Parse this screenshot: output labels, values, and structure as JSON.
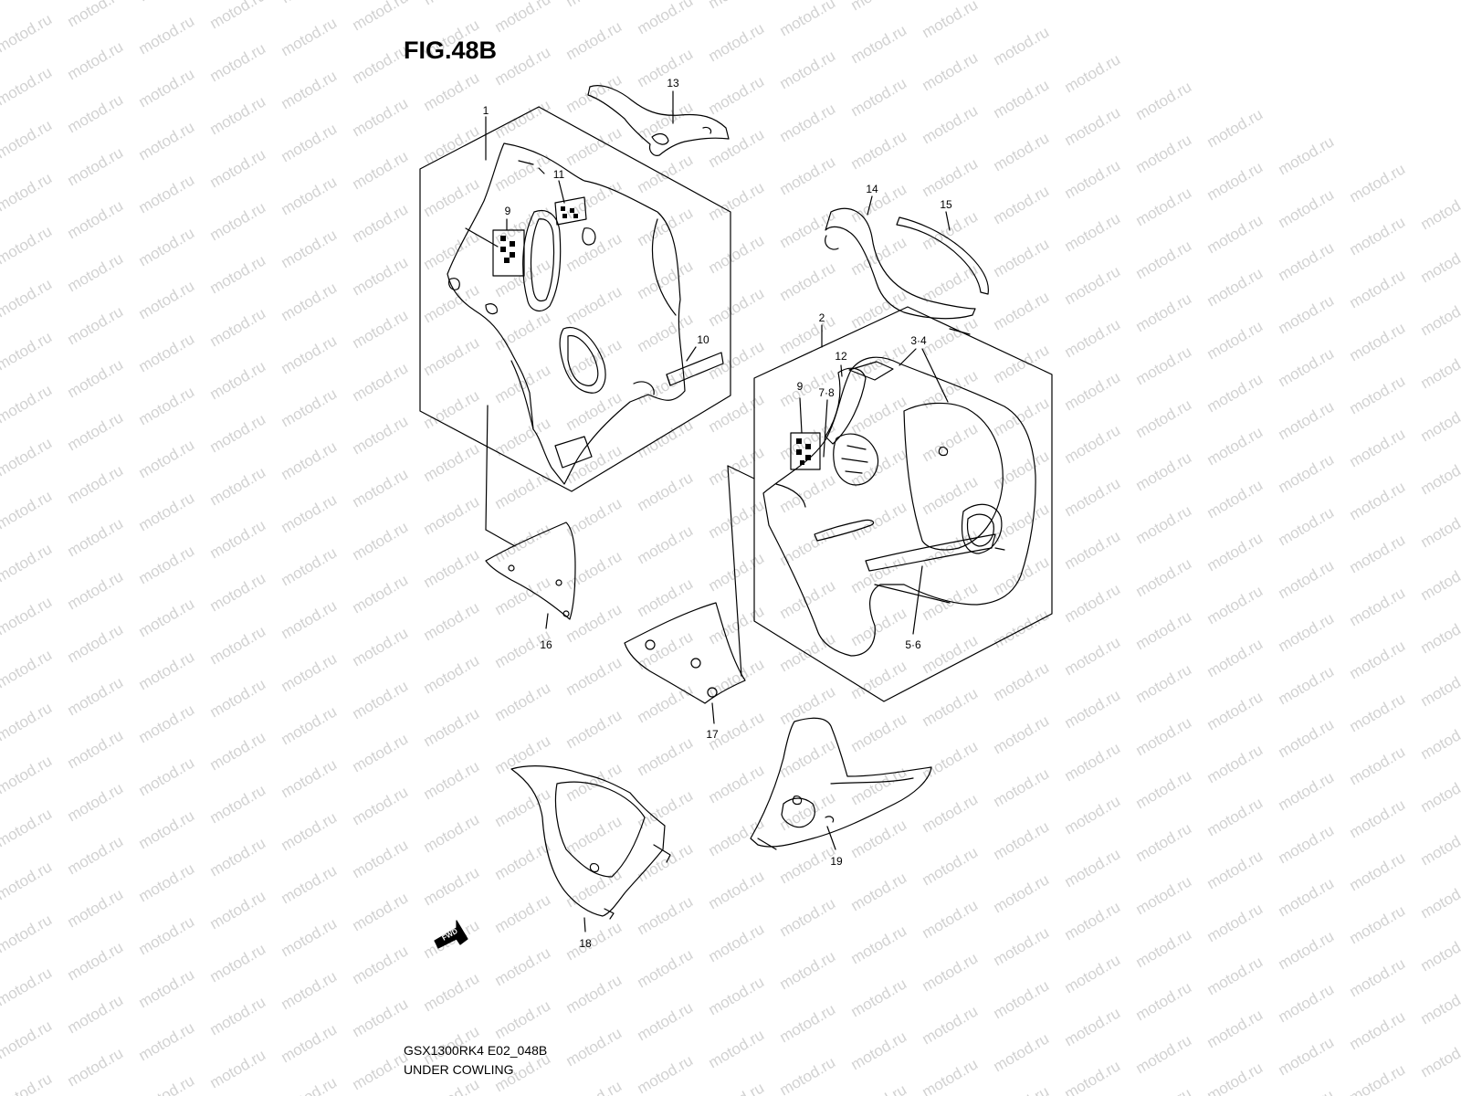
{
  "figure": {
    "title": "FIG.48B",
    "model_code": "GSX1300RK4 E02_048B",
    "section_name": "UNDER COWLING",
    "watermark": "motod.ru",
    "fwd_label": "FWD"
  },
  "callouts": {
    "c1": "1",
    "c2": "2",
    "c3_4": "3·4",
    "c5_6": "5·6",
    "c7_8": "7·8",
    "c9a": "9",
    "c9b": "9",
    "c10": "10",
    "c11": "11",
    "c12": "12",
    "c13": "13",
    "c14": "14",
    "c15": "15",
    "c16": "16",
    "c17": "17",
    "c18": "18",
    "c19": "19"
  },
  "colors": {
    "line": "#000000",
    "watermark": "#d2d2d2",
    "background": "#ffffff"
  }
}
